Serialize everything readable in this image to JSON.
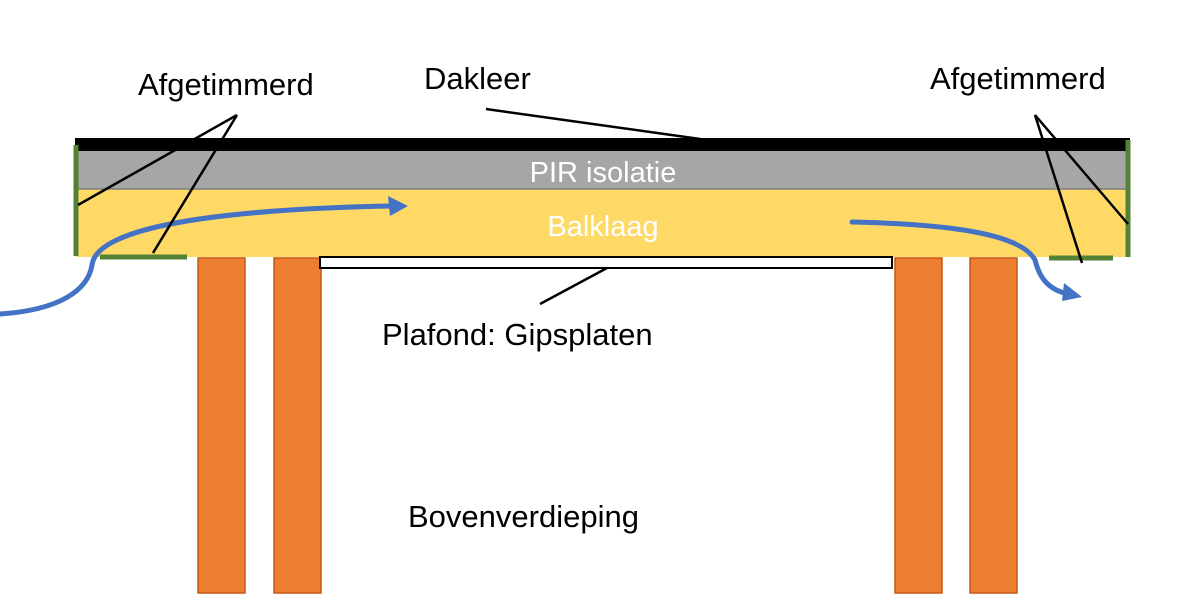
{
  "diagram": {
    "title": "Dakopbouw met ventilatie",
    "labels": {
      "afgetimmerd_left": "Afgetimmerd",
      "dakleer": "Dakleer",
      "afgetimmerd_right": "Afgetimmerd",
      "pir": "PIR isolatie",
      "balklaag": "Balklaag",
      "plafond": "Plafond: Gipsplaten",
      "bovenverdieping": "Bovenverdieping"
    },
    "colors": {
      "dakleer": "#000000",
      "pir": "#a6a6a6",
      "balklaag": "#ffd966",
      "afgetimmerd": "#548235",
      "posts": "#ed7d31",
      "post_border": "#c55a11",
      "airflow": "#4472c4",
      "plafond_fill": "#ffffff",
      "leader": "#000000"
    },
    "layers": [
      "Dakleer",
      "PIR isolatie",
      "Balklaag",
      "Plafond: Gipsplaten"
    ],
    "airflow": "in-links, uit-rechts"
  }
}
